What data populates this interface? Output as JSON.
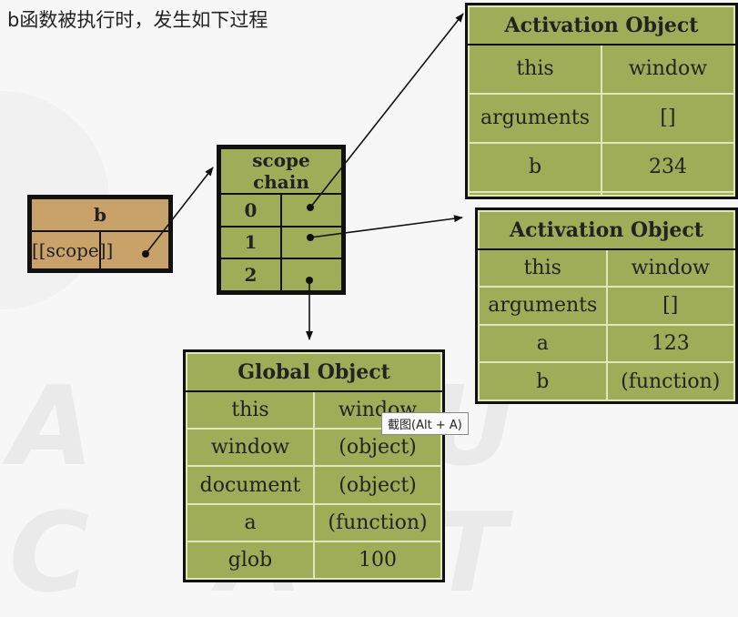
{
  "heading": "b函数被执行时，发生如下过程",
  "b_box": {
    "title": "b",
    "scope_label": "[[scope]]"
  },
  "scope_chain": {
    "title": "scope chain",
    "rows": [
      "0",
      "1",
      "2"
    ]
  },
  "activation_object_1": {
    "title": "Activation Object",
    "rows": [
      {
        "key": "this",
        "value": "window"
      },
      {
        "key": "arguments",
        "value": "[]"
      },
      {
        "key": "b",
        "value": "234"
      },
      {
        "key": "",
        "value": ""
      }
    ]
  },
  "activation_object_2": {
    "title": "Activation Object",
    "rows": [
      {
        "key": "this",
        "value": "window"
      },
      {
        "key": "arguments",
        "value": "[]"
      },
      {
        "key": "a",
        "value": "123"
      },
      {
        "key": "b",
        "value": "(function)"
      }
    ]
  },
  "global_object": {
    "title": "Global Object",
    "rows": [
      {
        "key": "this",
        "value": "window"
      },
      {
        "key": "window",
        "value": "(object)"
      },
      {
        "key": "document",
        "value": "(object)"
      },
      {
        "key": "a",
        "value": "(function)"
      },
      {
        "key": "glob",
        "value": "100"
      }
    ]
  },
  "tooltip": "截图(Alt + A)",
  "colors": {
    "box_fill": "#9fad58",
    "b_box_fill": "#c9a26a",
    "border": "#111111"
  }
}
